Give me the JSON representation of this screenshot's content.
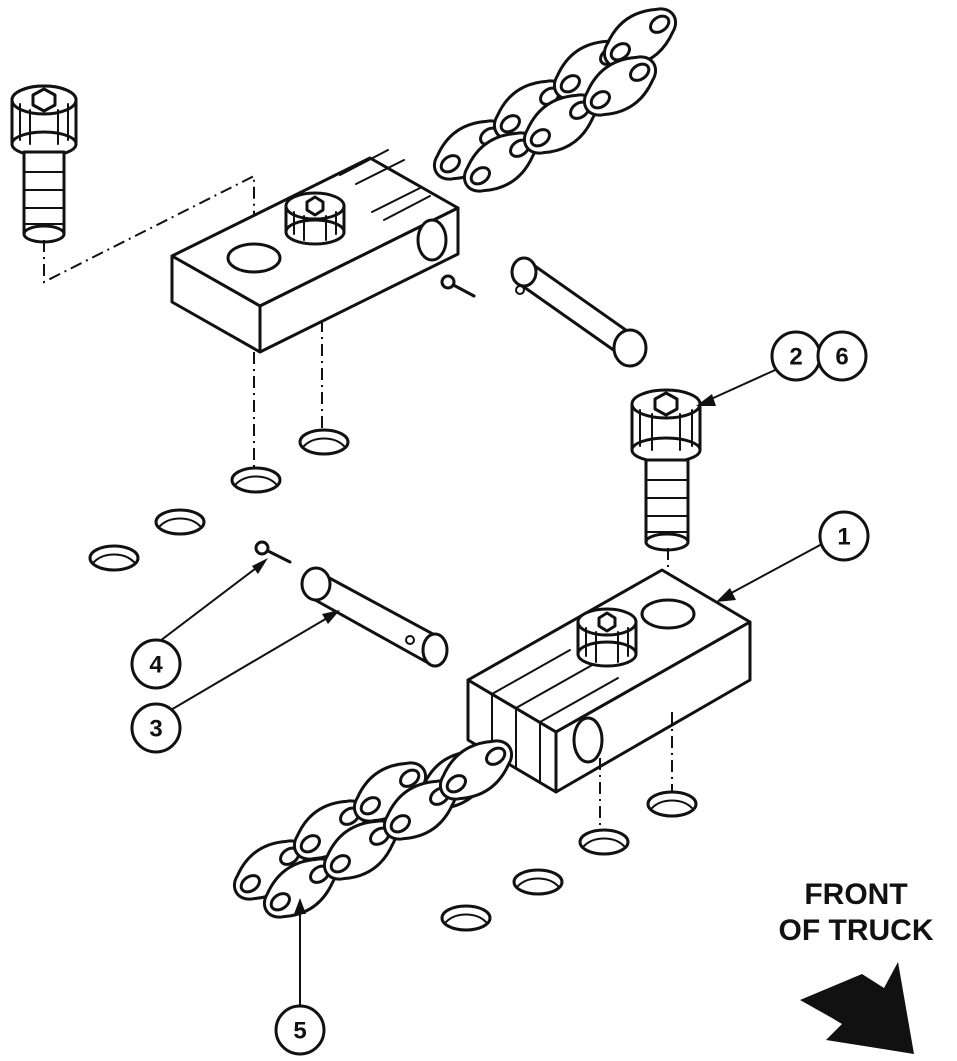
{
  "callouts": {
    "c1": "1",
    "c2": "2",
    "c3": "3",
    "c4": "4",
    "c5": "5",
    "c6": "6"
  },
  "front_label": {
    "line1": "FRONT",
    "line2": "OF TRUCK"
  }
}
